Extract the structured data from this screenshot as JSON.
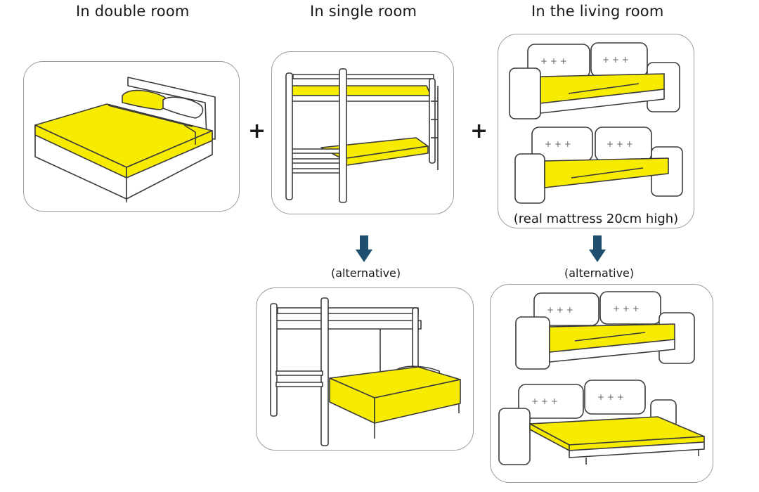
{
  "headings": {
    "double_room": "In double room",
    "single_room": "In single room",
    "living_room": "In the living room"
  },
  "operators": {
    "plus": "+"
  },
  "notes": {
    "alternative": "(alternative)",
    "real_mattress": "(real mattress 20cm high)"
  },
  "colors": {
    "mattress": "#f7ec00",
    "outline": "#3a3a3a",
    "arrow": "#1e4f6e",
    "panel_border": "#9a9a9a"
  },
  "icons": {
    "double_bed": "double-bed-icon",
    "bunk_bed": "bunk-bed-icon",
    "bunk_bed_large": "bunk-bed-with-double-bottom-icon",
    "sofa": "sofa-icon",
    "sofa_bed_open": "sofa-bed-open-icon",
    "arrow_down": "arrow-down-icon"
  }
}
